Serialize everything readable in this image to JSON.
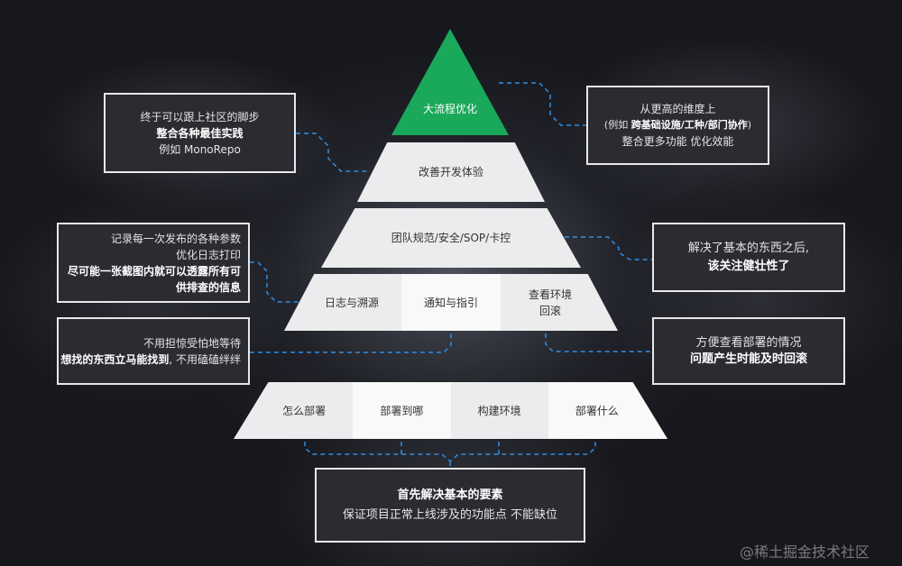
{
  "pyramid": {
    "apex": "大流程优化",
    "tier1": [
      "改善开发体验"
    ],
    "tier2": [
      "团队规范/安全/SOP/卡控"
    ],
    "tier3": [
      "日志与溯源",
      "通知与指引",
      "查看环境\n回滚"
    ],
    "tier4": [
      "怎么部署",
      "部署到哪",
      "构建环境",
      "部署什么"
    ]
  },
  "boxes": {
    "left1": [
      "终于可以跟上社区的脚步",
      "整合各种最佳实践",
      "例如 MonoRepo"
    ],
    "left2": [
      "记录每一次发布的各种参数",
      "优化日志打印",
      "尽可能一张截图内就可以透露所有可",
      "供排查的信息"
    ],
    "left3_line1": "不用担惊受怕地等待",
    "left3_bold": "想找的东西立马能找到",
    "left3_tail": ", 不用磕磕绊绊",
    "right1_line1": "从更高的维度上",
    "right1_pre": "(例如 ",
    "right1_bold": "跨基础设施/工种/部门协作",
    "right1_post": ")",
    "right1_line3": "整合更多功能 优化效能",
    "right2": [
      "解决了基本的东西之后,",
      "该关注健壮性了"
    ],
    "right3": [
      "方便查看部署的情况",
      "问题产生时能及时回滚"
    ],
    "bottom": [
      "首先解决基本的要素",
      "保证项目正常上线涉及的功能点 不能缺位"
    ]
  },
  "colors": {
    "apex": "#1aa85a",
    "connector": "#2f8de4",
    "background": "#17181d"
  },
  "watermark": "@稀土掘金技术社区"
}
